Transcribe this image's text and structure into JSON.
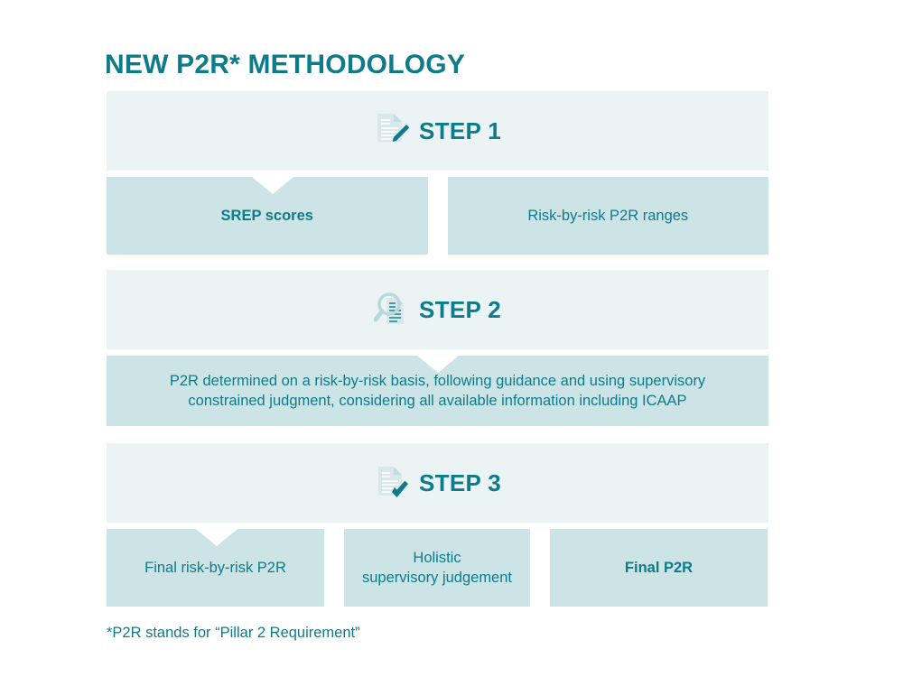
{
  "title": "NEW P2R* METHODOLOGY",
  "accent_color": "#0d7c8a",
  "header_bg": "#ecf3f4",
  "cell_bg": "#cde4e6",
  "footnote": "*P2R stands for “Pillar 2 Requirement”",
  "steps": [
    {
      "id": "step-1",
      "label": "STEP 1",
      "icon": "document-pencil-icon",
      "cells": [
        {
          "text": "SREP scores",
          "bold": true
        },
        {
          "text": "Risk-by-risk P2R ranges",
          "bold": false
        }
      ]
    },
    {
      "id": "step-2",
      "label": "STEP 2",
      "icon": "magnifier-document-icon",
      "cells": [
        {
          "text": "P2R determined on a risk-by-risk basis, following guidance and using supervisory constrained judgment, considering all available information including ICAAP",
          "bold": false
        }
      ]
    },
    {
      "id": "step-3",
      "label": "STEP 3",
      "icon": "document-check-icon",
      "cells": [
        {
          "text": "Final risk-by-risk P2R",
          "bold": false
        },
        {
          "text": "Holistic\nsupervisory judgement",
          "bold": false
        },
        {
          "text": "Final P2R",
          "bold": true
        }
      ]
    }
  ]
}
